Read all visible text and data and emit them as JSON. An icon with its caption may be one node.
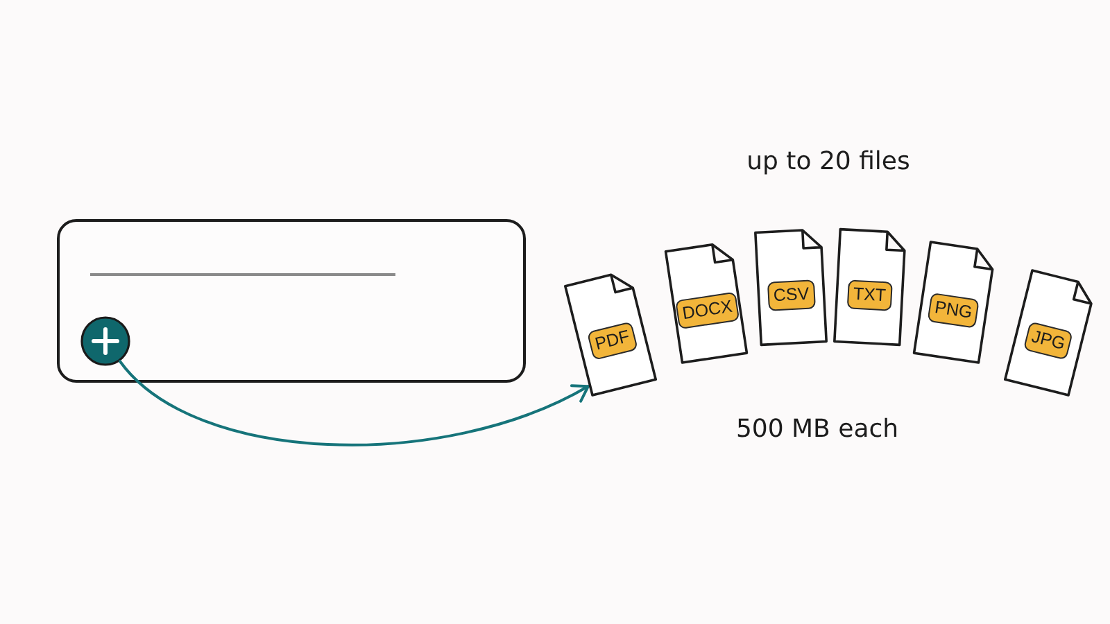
{
  "diagram": {
    "nodes": [
      {
        "text": [],
        "shape": "box"
      },
      {
        "text": [],
        "shape": "circle",
        "in": 0
      },
      {
        "text": [
          "PDF"
        ]
      },
      {
        "text": [
          "DOCX"
        ]
      },
      {
        "text": [
          "CSV"
        ]
      },
      {
        "text": [
          "TXT"
        ]
      },
      {
        "text": [
          "PNG"
        ]
      },
      {
        "text": [
          "JPG"
        ]
      }
    ],
    "edges": [
      {
        "from": 1,
        "to": 2,
        "arrow": "to"
      }
    ],
    "labels": [
      "up to 20 files",
      "500 MB each"
    ]
  }
}
